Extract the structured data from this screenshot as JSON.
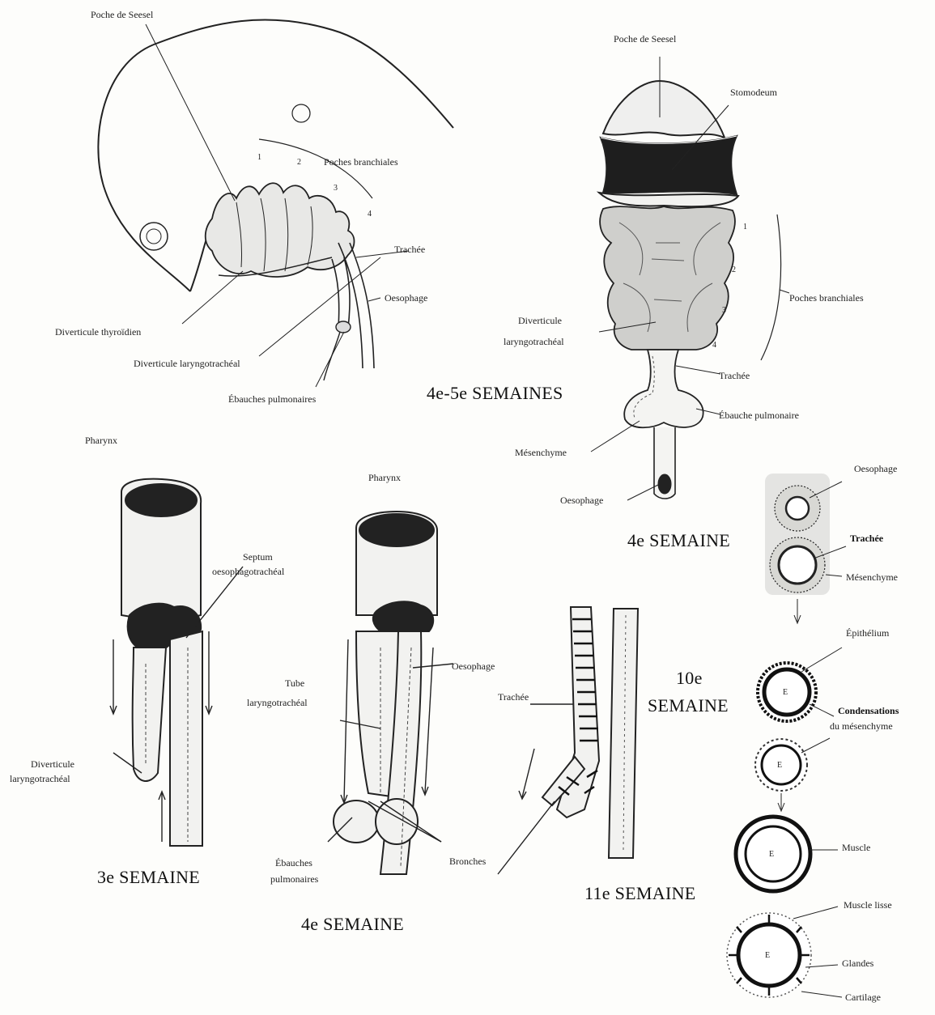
{
  "panel_a": {
    "poche_seesel": "Poche de Seesel",
    "poches_branchiales": "Poches branchiales",
    "num_1": "1",
    "num_2": "2",
    "num_3": "3",
    "num_4": "4",
    "trachee": "Trachée",
    "oesophage": "Oesophage",
    "diverticule_thyroidien": "Diverticule thyroïdien",
    "diverticule_laryngotracheal": "Diverticule laryngotrachéal",
    "ebauches_pulmonaires": "Ébauches pulmonaires",
    "stage": "4e-5e SEMAINES"
  },
  "panel_b": {
    "poche_seesel": "Poche de Seesel",
    "stomodeum": "Stomodeum",
    "num_1": "1",
    "num_2": "2",
    "num_3": "3",
    "num_4": "4",
    "poches_branchiales": "Poches branchiales",
    "diverticule_line1": "Diverticule",
    "diverticule_line2": "laryngotrachéal",
    "trachee": "Trachée",
    "ebauche_pulmonaire": "Ébauche pulmonaire",
    "mesenchyme": "Mésenchyme",
    "oesophage": "Oesophage"
  },
  "panel_c": {
    "pharynx": "Pharynx",
    "septum_line1": "Septum",
    "septum_line2": "oesophagotrachéal",
    "diverticule_line1": "Diverticule",
    "diverticule_line2": "laryngotrachéal",
    "stage": "3e SEMAINE"
  },
  "panel_d": {
    "pharynx": "Pharynx",
    "oesophage": "Oesophage",
    "tube_line1": "Tube",
    "tube_line2": "laryngotrachéal",
    "ebauches_line1": "Ébauches",
    "ebauches_line2": "pulmonaires",
    "bronches": "Bronches",
    "stage": "4e SEMAINE"
  },
  "panel_e": {
    "trachee": "Trachée",
    "stage": "11e SEMAINE"
  },
  "panel_f": {
    "oesophage": "Oesophage",
    "trachee": "Trachée",
    "mesenchyme": "Mésenchyme",
    "stage_4e": "4e SEMAINE",
    "epithelium": "Épithélium",
    "condensations_line1": "Condensations",
    "condensations_line2": "du mésenchyme",
    "stage_10e_line1": "10e",
    "stage_10e_line2": "SEMAINE",
    "muscle": "Muscle",
    "muscle_lisse": "Muscle lisse",
    "glandes": "Glandes",
    "cartilage": "Cartilage",
    "e_marker": "E"
  }
}
